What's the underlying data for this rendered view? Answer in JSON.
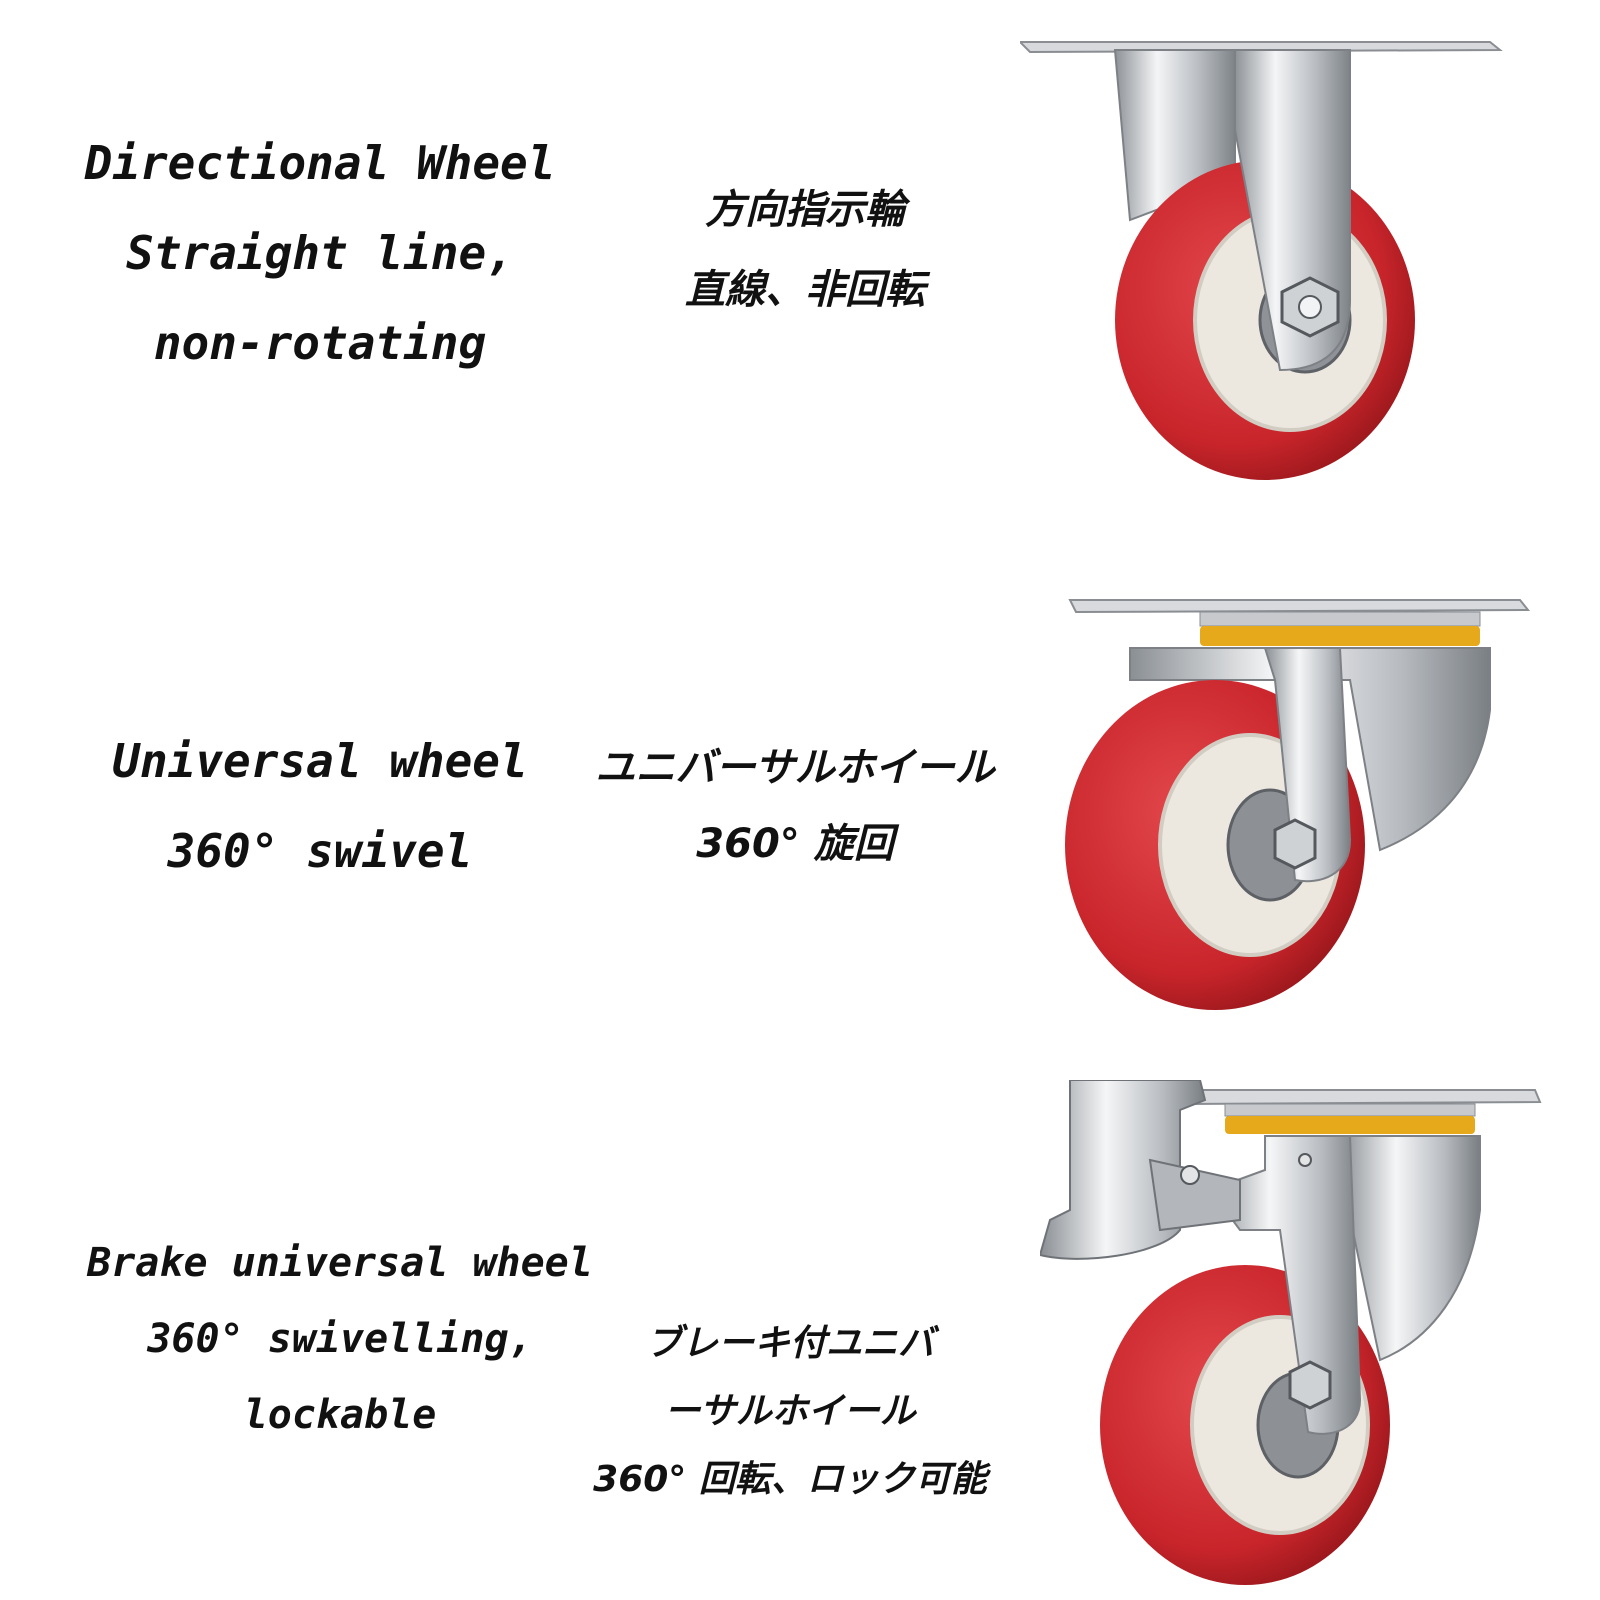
{
  "sections": [
    {
      "english": [
        "Directional Wheel",
        "Straight line,",
        "non-rotating"
      ],
      "japanese": [
        "方向指示輪",
        "直線、非回転"
      ],
      "image": "fixed-caster-wheel-icon"
    },
    {
      "english": [
        "Universal wheel",
        "360° swivel"
      ],
      "japanese": [
        "ユニバーサルホイール",
        "360° 旋回"
      ],
      "image": "swivel-caster-wheel-icon"
    },
    {
      "english": [
        "Brake universal wheel",
        "360°  swivelling,",
        "lockable"
      ],
      "japanese": [
        "ブレーキ付ユニバ",
        "ーサルホイール",
        "360° 回転、ロック可能"
      ],
      "image": "brake-swivel-caster-wheel-icon"
    }
  ],
  "colors": {
    "wheel_red": "#c8252b",
    "hub_white": "#ece8e0",
    "chrome": "#c9ccd0",
    "bearing_yellow": "#e6a91c"
  }
}
